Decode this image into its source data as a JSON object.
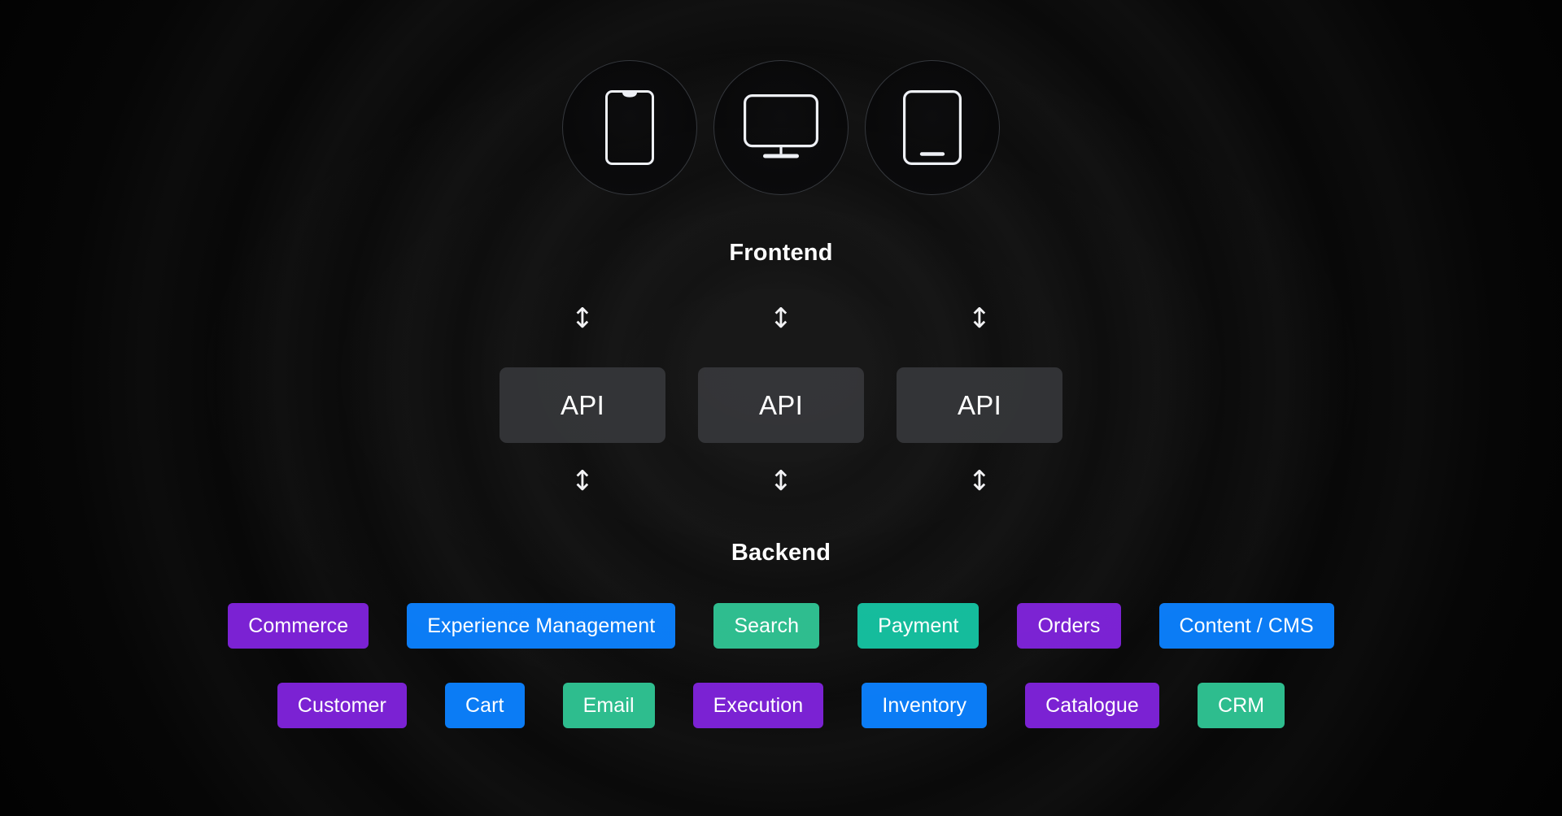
{
  "theme": {
    "background": "#050505",
    "label_color": "#ffffff",
    "api_box_color": "#303134",
    "circle_border_color": "#34373c",
    "icon_stroke_color": "#eef0f5",
    "purple": "#7B22D3",
    "blue": "#0B7CF5",
    "green": "#2EBD8E",
    "teal": "#14BC9C"
  },
  "frontend": {
    "label": "Frontend",
    "devices": [
      {
        "name": "mobile-phone",
        "icon": "phone-icon"
      },
      {
        "name": "desktop-monitor",
        "icon": "monitor-icon"
      },
      {
        "name": "tablet",
        "icon": "tablet-icon"
      }
    ]
  },
  "connectors": {
    "glyph": "↕",
    "top": [
      "↕",
      "↕",
      "↕"
    ],
    "bottom": [
      "↕",
      "↕",
      "↕"
    ]
  },
  "api_layer": {
    "boxes": [
      {
        "label": "API"
      },
      {
        "label": "API"
      },
      {
        "label": "API"
      }
    ]
  },
  "backend": {
    "label": "Backend",
    "rows": [
      [
        {
          "label": "Commerce",
          "color": "#7B22D3"
        },
        {
          "label": "Experience Management",
          "color": "#0B7CF5"
        },
        {
          "label": "Search",
          "color": "#2EBD8E"
        },
        {
          "label": "Payment",
          "color": "#14BC9C"
        },
        {
          "label": "Orders",
          "color": "#7B22D3"
        },
        {
          "label": "Content / CMS",
          "color": "#0B7CF5"
        }
      ],
      [
        {
          "label": "Customer",
          "color": "#7B22D3"
        },
        {
          "label": "Cart",
          "color": "#0B7CF5"
        },
        {
          "label": "Email",
          "color": "#2EBD8E"
        },
        {
          "label": "Execution",
          "color": "#7B22D3"
        },
        {
          "label": "Inventory",
          "color": "#0B7CF5"
        },
        {
          "label": "Catalogue",
          "color": "#7B22D3"
        },
        {
          "label": "CRM",
          "color": "#2EBD8E"
        }
      ]
    ]
  }
}
